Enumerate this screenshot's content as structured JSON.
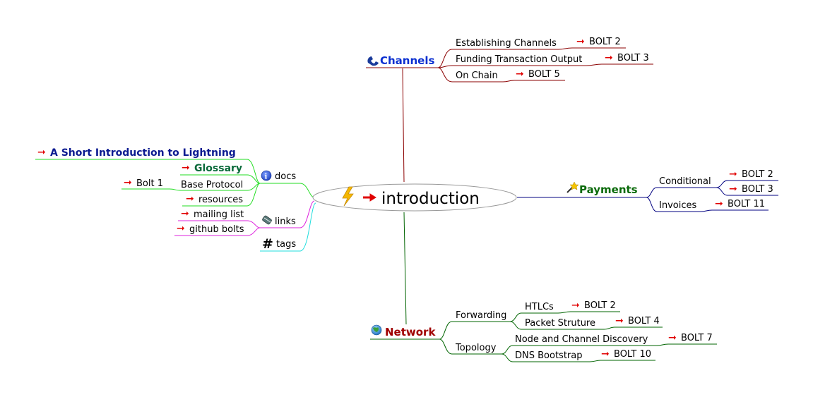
{
  "root": {
    "label": "introduction"
  },
  "branches": {
    "channels": {
      "label": "Channels",
      "color": "#0a2fd0",
      "line_color": "#8b0000",
      "icon": "phone-icon",
      "children": [
        {
          "label": "Establishing Channels",
          "link": "BOLT 2"
        },
        {
          "label": "Funding Transaction Output",
          "link": "BOLT 3"
        },
        {
          "label": "On Chain",
          "link": "BOLT 5"
        }
      ]
    },
    "payments": {
      "label": "Payments",
      "color": "#0a6a0a",
      "line_color": "#000080",
      "icon": "magic-wand-icon",
      "children": [
        {
          "label": "Conditional",
          "links": [
            "BOLT 2",
            "BOLT 3"
          ]
        },
        {
          "label": "Invoices",
          "links": [
            "BOLT 11"
          ]
        }
      ]
    },
    "network": {
      "label": "Network",
      "color": "#a00000",
      "line_color": "#006400",
      "icon": "globe-icon",
      "children": [
        {
          "label": "Forwarding",
          "children": [
            {
              "label": "HTLCs",
              "link": "BOLT 2"
            },
            {
              "label": "Packet Struture",
              "link": "BOLT 4"
            }
          ]
        },
        {
          "label": "Topology",
          "children": [
            {
              "label": "Node and Channel Discovery",
              "link": "BOLT 7"
            },
            {
              "label": "DNS Bootstrap",
              "link": "BOLT 10"
            }
          ]
        }
      ]
    },
    "docs": {
      "label": "docs",
      "line_color": "#22dd22",
      "icon": "info-icon",
      "children": [
        {
          "label": "A Short Introduction to Lightning",
          "color": "#0a1a90"
        },
        {
          "label": "Glossary",
          "color": "#0a6a3a"
        },
        {
          "label": "Base Protocol",
          "link": "Bolt 1"
        },
        {
          "label": "resources"
        }
      ]
    },
    "links": {
      "label": "links",
      "line_color": "#dd22dd",
      "icon": "paperclip-icon",
      "children": [
        {
          "label": "mailing list"
        },
        {
          "label": "github bolts"
        }
      ]
    },
    "tags": {
      "label": "tags",
      "line_color": "#22dddd",
      "icon": "hash-icon"
    }
  },
  "colors": {
    "root_outline": "#999999",
    "link_arrow": "#e00000",
    "root_icon": "#f5b800"
  }
}
